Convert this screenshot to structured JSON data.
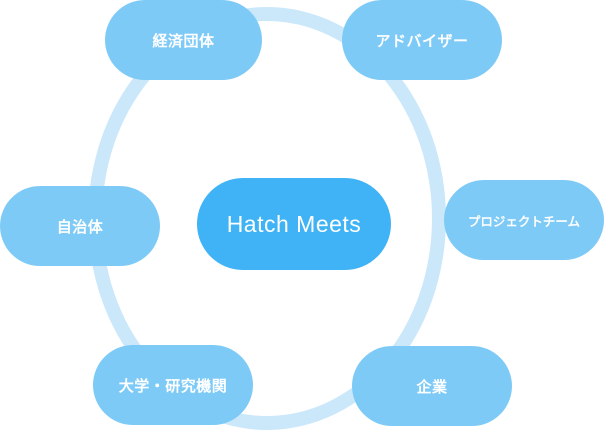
{
  "center": {
    "label": "Hatch Meets"
  },
  "nodes": {
    "keizai": "経済団体",
    "advisor": "アドバイザー",
    "project": "プロジェクトチーム",
    "jichitai": "自治体",
    "university": "大学・研究機関",
    "kigyo": "企業"
  },
  "colors": {
    "ring": "#cbe8fb",
    "node": "#7dcaf7",
    "center": "#3fb3f5",
    "text": "#ffffff"
  }
}
